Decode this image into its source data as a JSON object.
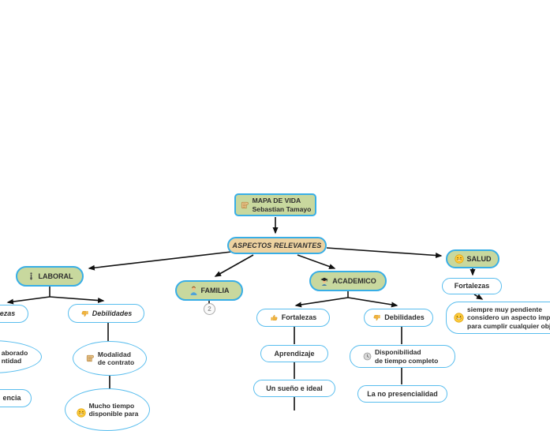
{
  "app": {
    "type": "mind-map canvas",
    "background": "#ffffff"
  },
  "palette": {
    "topic_fill_green": "#c8d89e",
    "topic_fill_tan": "#edd2a0",
    "topic_border_blue": "#38aee6",
    "subtopic_border_blue": "#58bdee",
    "connector_black": "#111111",
    "text": "#2e2e2e"
  },
  "nodes": {
    "root": {
      "label": "MAPA DE VIDA\nSebastian Tamayo",
      "icon": "scroll-icon"
    },
    "aspectos": {
      "label": "ASPECTOS RELEVANTES"
    },
    "laboral": {
      "label": "LABORAL",
      "icon": "necktie-icon"
    },
    "familia": {
      "label": "FAMILIA",
      "icon": "person-icon",
      "collapsed_count": "2"
    },
    "academico": {
      "label": "ACADEMICO",
      "icon": "graduate-icon"
    },
    "salud": {
      "label": "SALUD",
      "icon": "smiley-icon"
    },
    "laboral_fortalezas": {
      "label": "Fortalezas",
      "note": "clipped at left screen edge"
    },
    "laboral_debilidades": {
      "label": "Debilidades",
      "icon": "thumbs-down-icon"
    },
    "laboral_item_a": {
      "label": "aborado\nntidad",
      "note": "text clipped at left screen edge"
    },
    "laboral_item_b": {
      "label": "encia",
      "note": "text clipped at left screen edge"
    },
    "modalidad": {
      "label": "Modalidad\nde contrato",
      "icon": "scroll-icon"
    },
    "mucho_tiempo": {
      "label": "Mucho tiempo\ndisponible para",
      "icon": "smiley-icon",
      "note": "clipped at bottom screen edge"
    },
    "academico_fortalezas": {
      "label": "Fortalezas",
      "icon": "thumbs-up-icon"
    },
    "academico_debilidades": {
      "label": "Debilidades",
      "icon": "thumbs-down-icon"
    },
    "aprendizaje": {
      "label": "Aprendizaje"
    },
    "sueno": {
      "label": "Un sueño e ideal"
    },
    "disponibilidad": {
      "label": "Disponibilidad\nde tiempo completo",
      "icon": "clock-icon"
    },
    "presencialidad": {
      "label": "La no presencialidad"
    },
    "salud_fortalezas": {
      "label": "Fortalezas"
    },
    "salud_nota": {
      "label": "siempre muy pendiente\nconsidero un aspecto impo\npara cumplir cualquier obj",
      "icon": "smiley-icon",
      "note": "clipped at right screen edge"
    }
  },
  "edges": [
    [
      "MAPA DE VIDA Sebastian Tamayo",
      "ASPECTOS RELEVANTES"
    ],
    [
      "ASPECTOS RELEVANTES",
      "LABORAL"
    ],
    [
      "ASPECTOS RELEVANTES",
      "FAMILIA"
    ],
    [
      "ASPECTOS RELEVANTES",
      "ACADEMICO"
    ],
    [
      "ASPECTOS RELEVANTES",
      "SALUD"
    ],
    [
      "LABORAL",
      "Fortalezas"
    ],
    [
      "LABORAL",
      "Debilidades"
    ],
    [
      "Debilidades (laboral)",
      "Modalidad de contrato"
    ],
    [
      "Modalidad de contrato",
      "Mucho tiempo disponible para"
    ],
    [
      "ACADEMICO",
      "Fortalezas"
    ],
    [
      "ACADEMICO",
      "Debilidades"
    ],
    [
      "Fortalezas (academico)",
      "Aprendizaje"
    ],
    [
      "Aprendizaje",
      "Un sueño e ideal"
    ],
    [
      "Debilidades (academico)",
      "Disponibilidad de tiempo completo"
    ],
    [
      "Disponibilidad de tiempo completo",
      "La no presencialidad"
    ],
    [
      "SALUD",
      "Fortalezas"
    ],
    [
      "Fortalezas (salud)",
      "siempre muy pendiente considero un aspecto impo… para cumplir cualquier obj…"
    ]
  ]
}
